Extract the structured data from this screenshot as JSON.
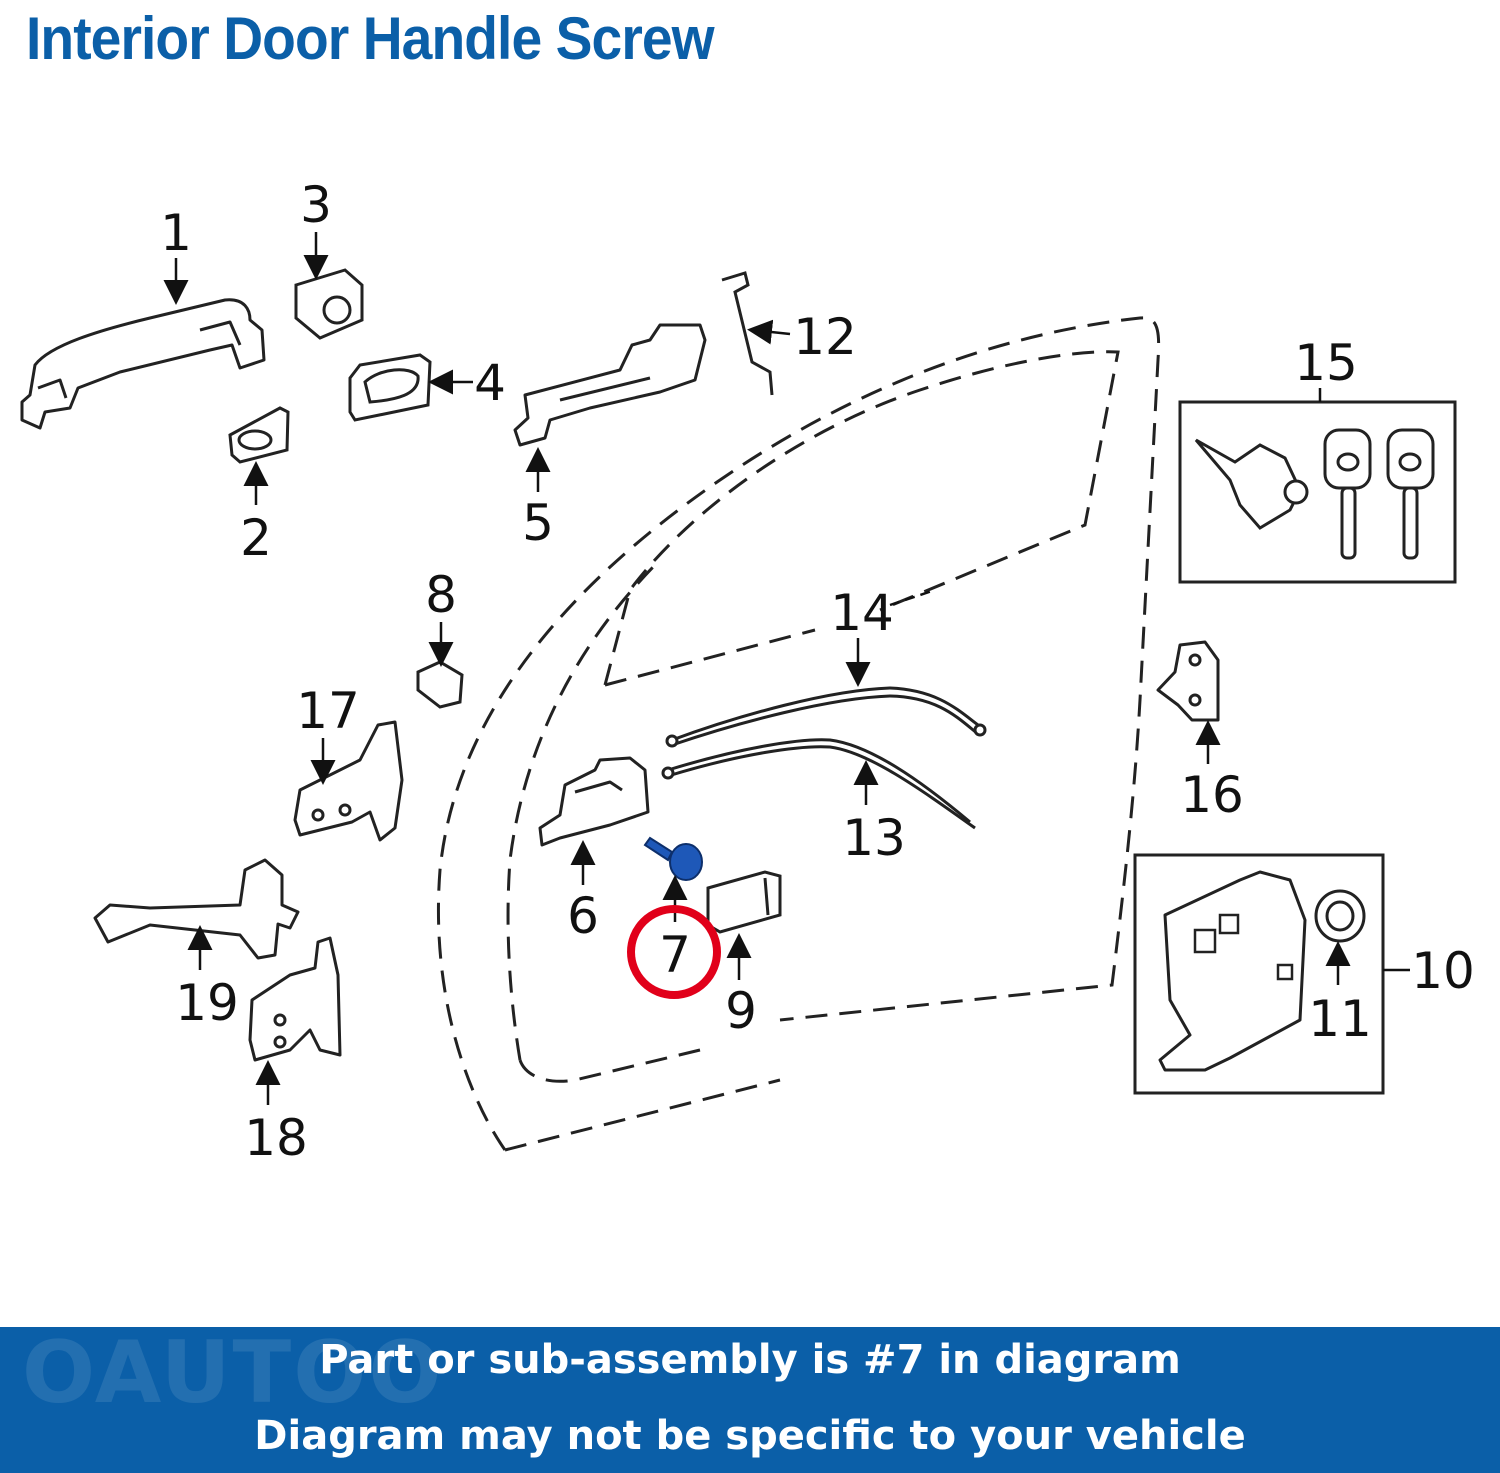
{
  "header": {
    "title": "Interior Door Handle Screw"
  },
  "diagram": {
    "highlight_color": "#e1001a",
    "accent_color": "#0b5fa8",
    "callouts": [
      {
        "label": "1"
      },
      {
        "label": "2"
      },
      {
        "label": "3"
      },
      {
        "label": "4"
      },
      {
        "label": "5"
      },
      {
        "label": "6"
      },
      {
        "label": "7"
      },
      {
        "label": "8"
      },
      {
        "label": "9"
      },
      {
        "label": "10"
      },
      {
        "label": "11"
      },
      {
        "label": "12"
      },
      {
        "label": "13"
      },
      {
        "label": "14"
      },
      {
        "label": "15"
      },
      {
        "label": "16"
      },
      {
        "label": "17"
      },
      {
        "label": "18"
      },
      {
        "label": "19"
      }
    ],
    "highlighted_part": "7"
  },
  "footer": {
    "line1": "Part or sub-assembly is #7 in diagram",
    "line2": "Diagram may not be specific to your vehicle",
    "watermark": "OAUTOO"
  }
}
